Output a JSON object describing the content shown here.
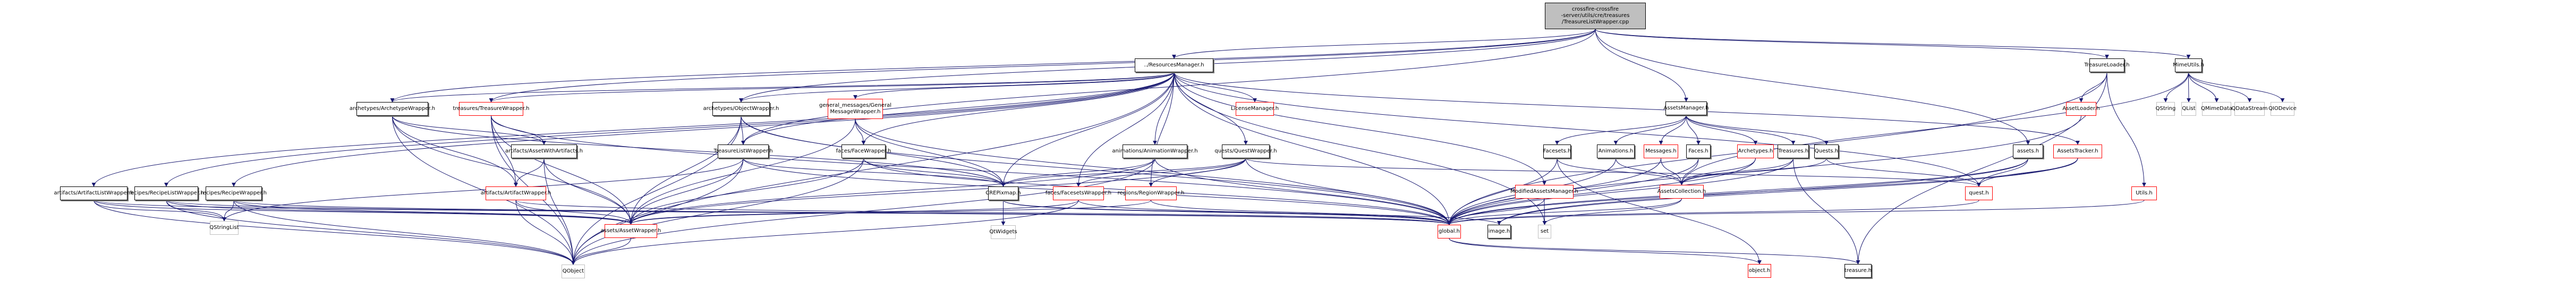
{
  "diagram": {
    "title": "Include dependency graph for TreasureListWrapper.cpp",
    "edge_color": "#191970",
    "node_kinds": {
      "root": {
        "fill": "#bfbfbf",
        "border": "#000000"
      },
      "documented": {
        "fill": "#ffffff",
        "border": "#000000"
      },
      "incomplete": {
        "fill": "#ffffff",
        "border": "#ff0000"
      },
      "external": {
        "fill": "#ffffff",
        "border": "#bfbfbf"
      }
    },
    "nodes": [
      {
        "id": "root",
        "label": "crossfire-crossfire\n-server/utils/cre/treasures\n/TreasureListWrapper.cpp",
        "kind": "root"
      },
      {
        "id": "resmgr",
        "label": "../ResourcesManager.h",
        "kind": "documented"
      },
      {
        "id": "archwrap",
        "label": "archetypes/ArchetypeWrapper.h",
        "kind": "documented"
      },
      {
        "id": "treaswrap",
        "label": "treasures/TreasureWrapper.h",
        "kind": "incomplete"
      },
      {
        "id": "objwrap",
        "label": "archetypes/ObjectWrapper.h",
        "kind": "documented"
      },
      {
        "id": "genmsg",
        "label": "general_messages/General\nMessageWrapper.h",
        "kind": "incomplete"
      },
      {
        "id": "licmgr",
        "label": "LicenseManager.h",
        "kind": "incomplete"
      },
      {
        "id": "assetsmgr",
        "label": "AssetsManager.h",
        "kind": "documented"
      },
      {
        "id": "treasloader",
        "label": "TreasureLoader.h",
        "kind": "documented"
      },
      {
        "id": "mimeutils",
        "label": "MimeUtils.h",
        "kind": "documented"
      },
      {
        "id": "assetloader",
        "label": "AssetLoader.h",
        "kind": "incomplete"
      },
      {
        "id": "qstring",
        "label": "QString",
        "kind": "external"
      },
      {
        "id": "qlist",
        "label": "QList",
        "kind": "external"
      },
      {
        "id": "qmimedata",
        "label": "QMimeData",
        "kind": "external"
      },
      {
        "id": "qdatastream",
        "label": "QDataStream",
        "kind": "external"
      },
      {
        "id": "qiodevice",
        "label": "QIODevice",
        "kind": "external"
      },
      {
        "id": "assetwithart",
        "label": "artifacts/AssetWithArtifacts.h",
        "kind": "documented"
      },
      {
        "id": "tlw",
        "label": "TreasureListWrapper.h",
        "kind": "documented"
      },
      {
        "id": "facewrap",
        "label": "faces/FaceWrapper.h",
        "kind": "documented"
      },
      {
        "id": "animwrap",
        "label": "animations/AnimationWrapper.h",
        "kind": "documented"
      },
      {
        "id": "questwrap",
        "label": "quests/QuestWrapper.h",
        "kind": "documented"
      },
      {
        "id": "facesets",
        "label": "Facesets.h",
        "kind": "documented"
      },
      {
        "id": "animations",
        "label": "Animations.h",
        "kind": "documented"
      },
      {
        "id": "messages",
        "label": "Messages.h",
        "kind": "incomplete"
      },
      {
        "id": "faces",
        "label": "Faces.h",
        "kind": "documented"
      },
      {
        "id": "archetypes",
        "label": "Archetypes.h",
        "kind": "incomplete"
      },
      {
        "id": "treasures",
        "label": "Treasures.h",
        "kind": "documented"
      },
      {
        "id": "quests",
        "label": "Quests.h",
        "kind": "documented"
      },
      {
        "id": "assetsh",
        "label": "assets.h",
        "kind": "documented"
      },
      {
        "id": "tracker",
        "label": "AssetsTracker.h",
        "kind": "incomplete"
      },
      {
        "id": "artlistwrap",
        "label": "artifacts/ArtifactListWrapper.h",
        "kind": "documented"
      },
      {
        "id": "reclistwrap",
        "label": "recipes/RecipeListWrapper.h",
        "kind": "documented"
      },
      {
        "id": "recwrap",
        "label": "recipes/RecipeWrapper.h",
        "kind": "documented"
      },
      {
        "id": "artwrap",
        "label": "artifacts/ArtifactWrapper.h",
        "kind": "incomplete"
      },
      {
        "id": "crepixmap",
        "label": "CREPixmap.h",
        "kind": "documented"
      },
      {
        "id": "facesetswrap",
        "label": "faces/FacesetsWrapper.h",
        "kind": "incomplete"
      },
      {
        "id": "regionwrap",
        "label": "regions/RegionWrapper.h",
        "kind": "incomplete"
      },
      {
        "id": "modassets",
        "label": "ModifiedAssetsManager.h",
        "kind": "incomplete"
      },
      {
        "id": "assetscoll",
        "label": "AssetsCollection.h",
        "kind": "incomplete"
      },
      {
        "id": "questh",
        "label": "quest.h",
        "kind": "incomplete"
      },
      {
        "id": "utilsh",
        "label": "Utils.h",
        "kind": "incomplete"
      },
      {
        "id": "qstringlist",
        "label": "QStringList",
        "kind": "external"
      },
      {
        "id": "assetwrap",
        "label": "assets/AssetWrapper.h",
        "kind": "incomplete"
      },
      {
        "id": "qwidgets",
        "label": "QtWidgets",
        "kind": "external"
      },
      {
        "id": "globalh",
        "label": "global.h",
        "kind": "incomplete"
      },
      {
        "id": "imageh",
        "label": "image.h",
        "kind": "documented"
      },
      {
        "id": "set",
        "label": "set",
        "kind": "external"
      },
      {
        "id": "qobject",
        "label": "QObject",
        "kind": "external"
      },
      {
        "id": "objecth",
        "label": "object.h",
        "kind": "incomplete"
      },
      {
        "id": "treasureh",
        "label": "treasure.h",
        "kind": "documented"
      }
    ],
    "edges": [
      [
        "root",
        "resmgr"
      ],
      [
        "root",
        "assetsmgr"
      ],
      [
        "root",
        "treasloader"
      ],
      [
        "root",
        "mimeutils"
      ],
      [
        "root",
        "assetsh"
      ],
      [
        "root",
        "tlw"
      ],
      [
        "root",
        "archwrap"
      ],
      [
        "root",
        "treaswrap"
      ],
      [
        "root",
        "objwrap"
      ],
      [
        "resmgr",
        "archwrap"
      ],
      [
        "resmgr",
        "treaswrap"
      ],
      [
        "resmgr",
        "objwrap"
      ],
      [
        "resmgr",
        "genmsg"
      ],
      [
        "resmgr",
        "licmgr"
      ],
      [
        "resmgr",
        "tlw"
      ],
      [
        "resmgr",
        "facewrap"
      ],
      [
        "resmgr",
        "animwrap"
      ],
      [
        "resmgr",
        "questwrap"
      ],
      [
        "resmgr",
        "facesetswrap"
      ],
      [
        "resmgr",
        "regionwrap"
      ],
      [
        "resmgr",
        "modassets"
      ],
      [
        "resmgr",
        "artlistwrap"
      ],
      [
        "resmgr",
        "reclistwrap"
      ],
      [
        "resmgr",
        "recwrap"
      ],
      [
        "resmgr",
        "tracker"
      ],
      [
        "resmgr",
        "crepixmap"
      ],
      [
        "resmgr",
        "qobject"
      ],
      [
        "resmgr",
        "globalh"
      ],
      [
        "resmgr",
        "set"
      ],
      [
        "resmgr",
        "questh"
      ],
      [
        "archwrap",
        "assetwithart"
      ],
      [
        "archwrap",
        "artwrap"
      ],
      [
        "archwrap",
        "assetwrap"
      ],
      [
        "archwrap",
        "crepixmap"
      ],
      [
        "archwrap",
        "qobject"
      ],
      [
        "treaswrap",
        "assetwithart"
      ],
      [
        "treaswrap",
        "artwrap"
      ],
      [
        "treaswrap",
        "assetwrap"
      ],
      [
        "treaswrap",
        "globalh"
      ],
      [
        "treaswrap",
        "qobject"
      ],
      [
        "objwrap",
        "tlw"
      ],
      [
        "objwrap",
        "assetwrap"
      ],
      [
        "objwrap",
        "crepixmap"
      ],
      [
        "objwrap",
        "qobject"
      ],
      [
        "objwrap",
        "globalh"
      ],
      [
        "genmsg",
        "facewrap"
      ],
      [
        "genmsg",
        "crepixmap"
      ],
      [
        "genmsg",
        "assetwrap"
      ],
      [
        "genmsg",
        "globalh"
      ],
      [
        "assetwithart",
        "artwrap"
      ],
      [
        "assetwithart",
        "assetwrap"
      ],
      [
        "assetwithart",
        "qobject"
      ],
      [
        "tlw",
        "assetwrap"
      ],
      [
        "tlw",
        "crepixmap"
      ],
      [
        "tlw",
        "qobject"
      ],
      [
        "tlw",
        "globalh"
      ],
      [
        "tlw",
        "qstringlist"
      ],
      [
        "facewrap",
        "crepixmap"
      ],
      [
        "facewrap",
        "assetwrap"
      ],
      [
        "facewrap",
        "qobject"
      ],
      [
        "facewrap",
        "globalh"
      ],
      [
        "animwrap",
        "crepixmap"
      ],
      [
        "animwrap",
        "assetwrap"
      ],
      [
        "animwrap",
        "qobject"
      ],
      [
        "animwrap",
        "globalh"
      ],
      [
        "questwrap",
        "crepixmap"
      ],
      [
        "questwrap",
        "facesetswrap"
      ],
      [
        "questwrap",
        "regionwrap"
      ],
      [
        "questwrap",
        "assetwrap"
      ],
      [
        "questwrap",
        "globalh"
      ],
      [
        "questwrap",
        "questh"
      ],
      [
        "facesetswrap",
        "assetwrap"
      ],
      [
        "facesetswrap",
        "qobject"
      ],
      [
        "facesetswrap",
        "globalh"
      ],
      [
        "regionwrap",
        "assetwrap"
      ],
      [
        "regionwrap",
        "globalh"
      ],
      [
        "artlistwrap",
        "qstringlist"
      ],
      [
        "artlistwrap",
        "assetwrap"
      ],
      [
        "artlistwrap",
        "qobject"
      ],
      [
        "artlistwrap",
        "globalh"
      ],
      [
        "reclistwrap",
        "qstringlist"
      ],
      [
        "reclistwrap",
        "assetwrap"
      ],
      [
        "reclistwrap",
        "qobject"
      ],
      [
        "reclistwrap",
        "globalh"
      ],
      [
        "recwrap",
        "qstringlist"
      ],
      [
        "recwrap",
        "assetwrap"
      ],
      [
        "recwrap",
        "qobject"
      ],
      [
        "recwrap",
        "globalh"
      ],
      [
        "artwrap",
        "assetwrap"
      ],
      [
        "artwrap",
        "qobject"
      ],
      [
        "artwrap",
        "globalh"
      ],
      [
        "crepixmap",
        "qwidgets"
      ],
      [
        "crepixmap",
        "globalh"
      ],
      [
        "crepixmap",
        "imageh"
      ],
      [
        "assetwrap",
        "qobject"
      ],
      [
        "assetsmgr",
        "facesets"
      ],
      [
        "assetsmgr",
        "animations"
      ],
      [
        "assetsmgr",
        "messages"
      ],
      [
        "assetsmgr",
        "faces"
      ],
      [
        "assetsmgr",
        "archetypes"
      ],
      [
        "assetsmgr",
        "treasures"
      ],
      [
        "assetsmgr",
        "quests"
      ],
      [
        "facesets",
        "assetscoll"
      ],
      [
        "facesets",
        "globalh"
      ],
      [
        "facesets",
        "objecth"
      ],
      [
        "animations",
        "assetscoll"
      ],
      [
        "animations",
        "globalh"
      ],
      [
        "messages",
        "assetscoll"
      ],
      [
        "messages",
        "globalh"
      ],
      [
        "faces",
        "assetscoll"
      ],
      [
        "faces",
        "globalh"
      ],
      [
        "archetypes",
        "assetscoll"
      ],
      [
        "archetypes",
        "globalh"
      ],
      [
        "treasures",
        "assetscoll"
      ],
      [
        "treasures",
        "globalh"
      ],
      [
        "treasures",
        "treasureh"
      ],
      [
        "quests",
        "assetscoll"
      ],
      [
        "quests",
        "questh"
      ],
      [
        "assetscoll",
        "set"
      ],
      [
        "assetscoll",
        "globalh"
      ],
      [
        "modassets",
        "set"
      ],
      [
        "modassets",
        "globalh"
      ],
      [
        "treasloader",
        "assetloader"
      ],
      [
        "treasloader",
        "globalh"
      ],
      [
        "treasloader",
        "utilsh"
      ],
      [
        "treasloader",
        "treasureh"
      ],
      [
        "assetloader",
        "globalh"
      ],
      [
        "mimeutils",
        "qstring"
      ],
      [
        "mimeutils",
        "qlist"
      ],
      [
        "mimeutils",
        "qmimedata"
      ],
      [
        "mimeutils",
        "qdatastream"
      ],
      [
        "mimeutils",
        "qiodevice"
      ],
      [
        "mimeutils",
        "assetscoll"
      ],
      [
        "assetsh",
        "questh"
      ],
      [
        "assetsh",
        "globalh"
      ],
      [
        "assetsh",
        "imageh"
      ],
      [
        "tracker",
        "questh"
      ],
      [
        "tracker",
        "globalh"
      ],
      [
        "tracker",
        "imageh"
      ],
      [
        "questh",
        "globalh"
      ],
      [
        "utilsh",
        "globalh"
      ],
      [
        "globalh",
        "treasureh"
      ],
      [
        "globalh",
        "objecth"
      ]
    ]
  }
}
